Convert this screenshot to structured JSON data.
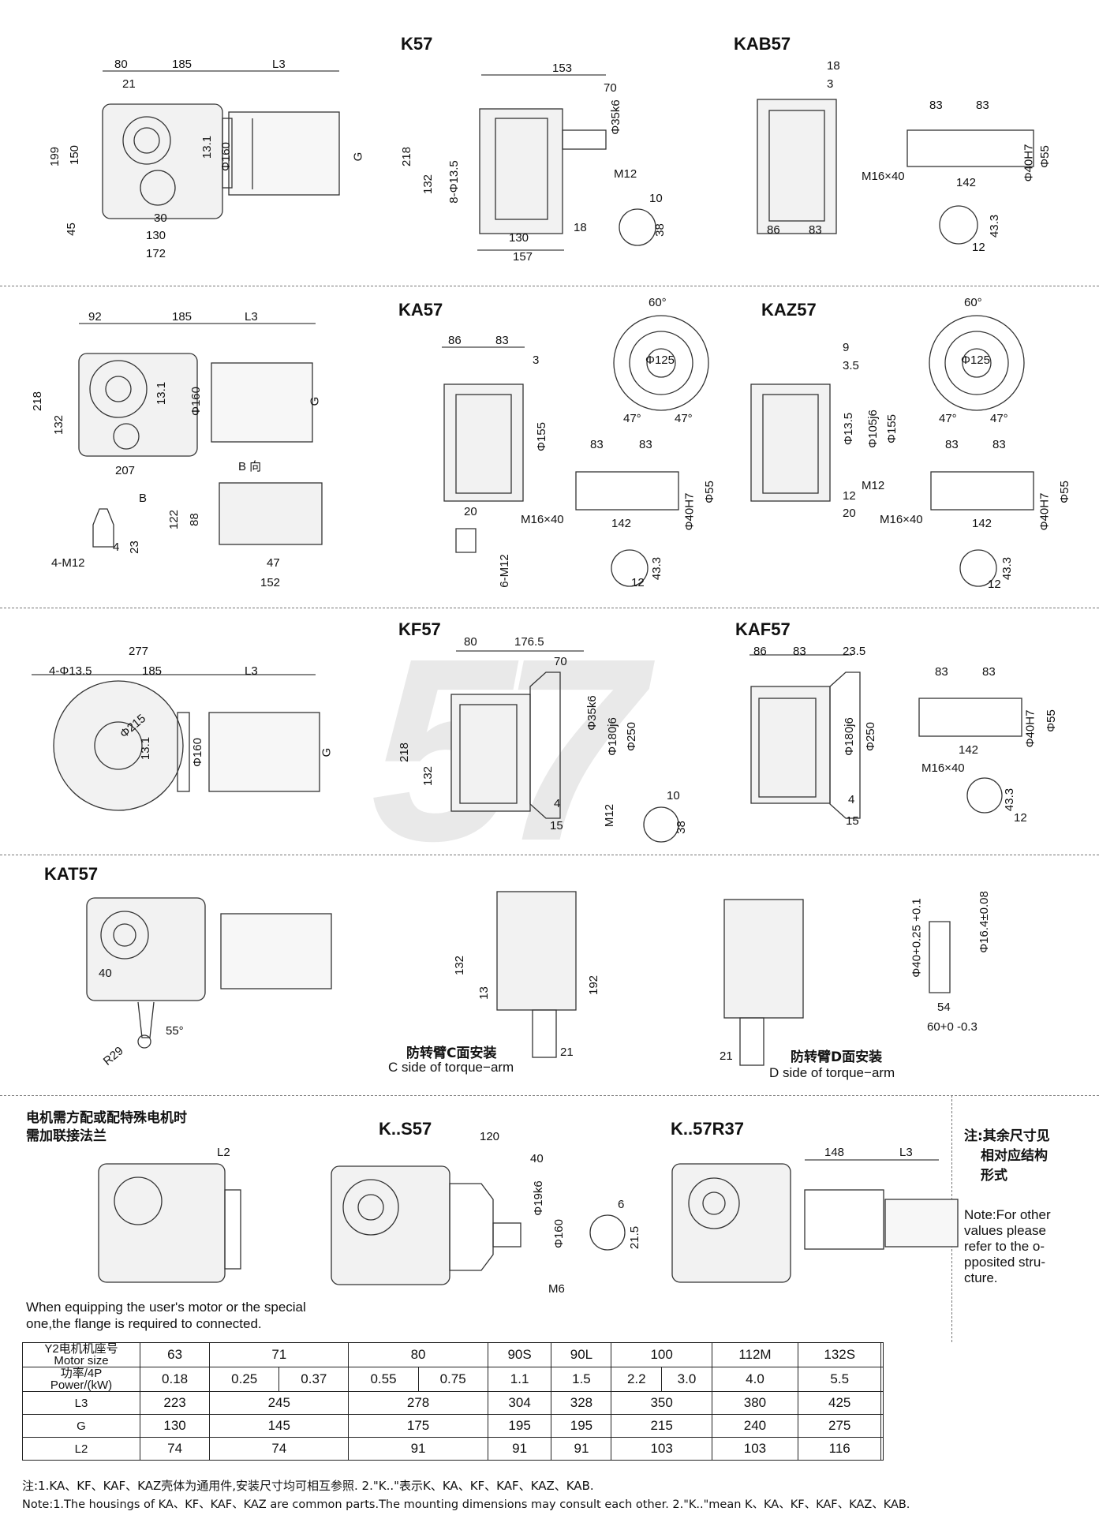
{
  "titles": {
    "k57": "K57",
    "kab57": "KAB57",
    "ka57": "KA57",
    "kaz57": "KAZ57",
    "kf57": "KF57",
    "kaf57": "KAF57",
    "kat57": "KAT57",
    "ks57": "K..S57",
    "k57r37": "K..57R37"
  },
  "dims": {
    "k57": {
      "d80": "80",
      "d185": "185",
      "L3": "L3",
      "d21": "21",
      "d199": "199",
      "d150": "150",
      "d45": "45",
      "d30": "30",
      "d130": "130",
      "d172": "172",
      "d13_1": "13.1",
      "phi160": "Φ160",
      "G": "G"
    },
    "k57_side": {
      "d153": "153",
      "d70": "70",
      "phi35k6": "Φ35k6",
      "d218": "218",
      "d132": "132",
      "holes": "8-Φ13.5",
      "m12": "M12",
      "d130": "130",
      "d157": "157",
      "d18": "18",
      "d10": "10",
      "d38": "38"
    },
    "kab57": {
      "d18": "18",
      "d3": "3",
      "d86": "86",
      "d83": "83",
      "s83a": "83",
      "s83b": "83",
      "phi55": "Φ55",
      "phi40H7": "Φ40H7",
      "m16": "M16×40",
      "d142": "142",
      "d43_3": "43.3",
      "d12": "12"
    },
    "ka57": {
      "d92": "92",
      "d185": "185",
      "L3": "L3",
      "d218": "218",
      "d132": "132",
      "d13_1": "13.1",
      "phi160": "Φ160",
      "G": "G",
      "d207": "207",
      "B": "B",
      "bdir": "B 向",
      "d122": "122",
      "d88": "88",
      "d47": "47",
      "d152": "152",
      "m12": "4-M12",
      "d4": "4",
      "d23": "23"
    },
    "ka57_side": {
      "d86": "86",
      "d83": "83",
      "d3": "3",
      "phi155": "Φ155",
      "d20": "20",
      "m12": "6-M12",
      "ang60": "60°",
      "phi125": "Φ125",
      "ang47a": "47°",
      "ang47b": "47°",
      "s83a": "83",
      "s83b": "83",
      "m16": "M16×40",
      "phi40H7": "Φ40H7",
      "phi55": "Φ55",
      "d142": "142",
      "d43_3": "43.3",
      "d12": "12"
    },
    "kaz57": {
      "d9": "9",
      "d3_5": "3.5",
      "d13_5": "Φ13.5",
      "phi105j6": "Φ105j6",
      "phi155": "Φ155",
      "m12": "M12",
      "d12": "12",
      "d20": "20",
      "ang60": "60°",
      "phi125": "Φ125",
      "ang47a": "47°",
      "ang47b": "47°",
      "s83a": "83",
      "s83b": "83",
      "m16": "M16×40",
      "phi40H7": "Φ40H7",
      "phi55": "Φ55",
      "d142": "142",
      "d43_3": "43.3",
      "d12b": "12"
    },
    "kf57": {
      "d277": "277",
      "holes": "4-Φ13.5",
      "d185": "185",
      "L3": "L3",
      "phi215": "Φ215",
      "d13_1": "13.1",
      "phi160": "Φ160",
      "G": "G",
      "d80": "80",
      "d176_5": "176.5",
      "d70": "70",
      "phi35k6": "Φ35k6",
      "phi180j6": "Φ180j6",
      "phi250": "Φ250",
      "d218": "218",
      "d132": "132",
      "d4": "4",
      "d15": "15",
      "m12": "M12",
      "d10": "10",
      "d38": "38"
    },
    "kaf57": {
      "d86": "86",
      "d83": "83",
      "d23_5": "23.5",
      "phi180j6": "Φ180j6",
      "phi250": "Φ250",
      "d4": "4",
      "d15": "15",
      "s83a": "83",
      "s83b": "83",
      "phi55": "Φ55",
      "phi40H7": "Φ40H7",
      "d142": "142",
      "m16": "M16×40",
      "d43_3": "43.3",
      "d12": "12"
    },
    "kat57": {
      "d40": "40",
      "r29": "R29",
      "ang55": "55°",
      "d132": "132",
      "d13": "13",
      "d192": "192",
      "d21": "21",
      "d21b": "21",
      "phi40": "Φ40+0.25 +0.1",
      "phi16": "Φ16.4±0.08",
      "d54": "54",
      "d60": "60+0 -0.3"
    },
    "ks57": {
      "L2": "L2",
      "d120": "120",
      "d40": "40",
      "phi19k6": "Φ19k6",
      "phi160": "Φ160",
      "m6": "M6",
      "d6": "6",
      "d21_5": "21.5"
    },
    "k57r37": {
      "d148": "148",
      "L3": "L3"
    }
  },
  "captions": {
    "c_side_cn": "防转臂C面安装",
    "c_side_en": "C side of torque−arm",
    "d_side_cn": "防转臂D面安装",
    "d_side_en": "D side of torque−arm",
    "motor_cn_1": "电机需方配或配特殊电机时",
    "motor_cn_2": "需加联接法兰",
    "motor_en_1": "When equipping the user's motor or the special",
    "motor_en_2": "one,the flange is required to connected.",
    "note_cn_1": "注:其余尺寸见",
    "note_cn_2": "相对应结构",
    "note_cn_3": "形式",
    "note_en_1": "Note:For other",
    "note_en_2": "values please",
    "note_en_3": "refer to the o-",
    "note_en_4": "pposited stru-",
    "note_en_5": "cture.",
    "watermark": "57"
  },
  "table": {
    "row_motor": {
      "label_cn": "Y2电机机座号",
      "label_en": "Motor size",
      "values": [
        "63",
        "71",
        "80",
        "90S",
        "90L",
        "100",
        "112M",
        "132S",
        ""
      ]
    },
    "row_power": {
      "label_cn": "功率/4P",
      "label_en": "Power/(kW)",
      "values": [
        "0.18",
        "0.25",
        "0.37",
        "0.55",
        "0.75",
        "1.1",
        "1.5",
        "2.2",
        "3.0",
        "4.0",
        "5.5",
        ""
      ]
    },
    "row_L3": {
      "label": "L3",
      "values": [
        "223",
        "245",
        "278",
        "304",
        "328",
        "350",
        "380",
        "425",
        ""
      ]
    },
    "row_G": {
      "label": "G",
      "values": [
        "130",
        "145",
        "175",
        "195",
        "195",
        "215",
        "240",
        "275",
        ""
      ]
    },
    "row_L2": {
      "label": "L2",
      "values": [
        "74",
        "74",
        "91",
        "91",
        "91",
        "103",
        "103",
        "116",
        ""
      ]
    }
  },
  "footer": {
    "cn": "注:1.KA、KF、KAF、KAZ壳体为通用件,安装尺寸均可相互参照.   2.\"K..\"表示K、KA、KF、KAF、KAZ、KAB.",
    "en": "Note:1.The housings of KA、KF、KAF、KAZ are common parts.The mounting dimensions may consult each other.  2.\"K..\"mean K、KA、KF、KAF、KAZ、KAB."
  }
}
